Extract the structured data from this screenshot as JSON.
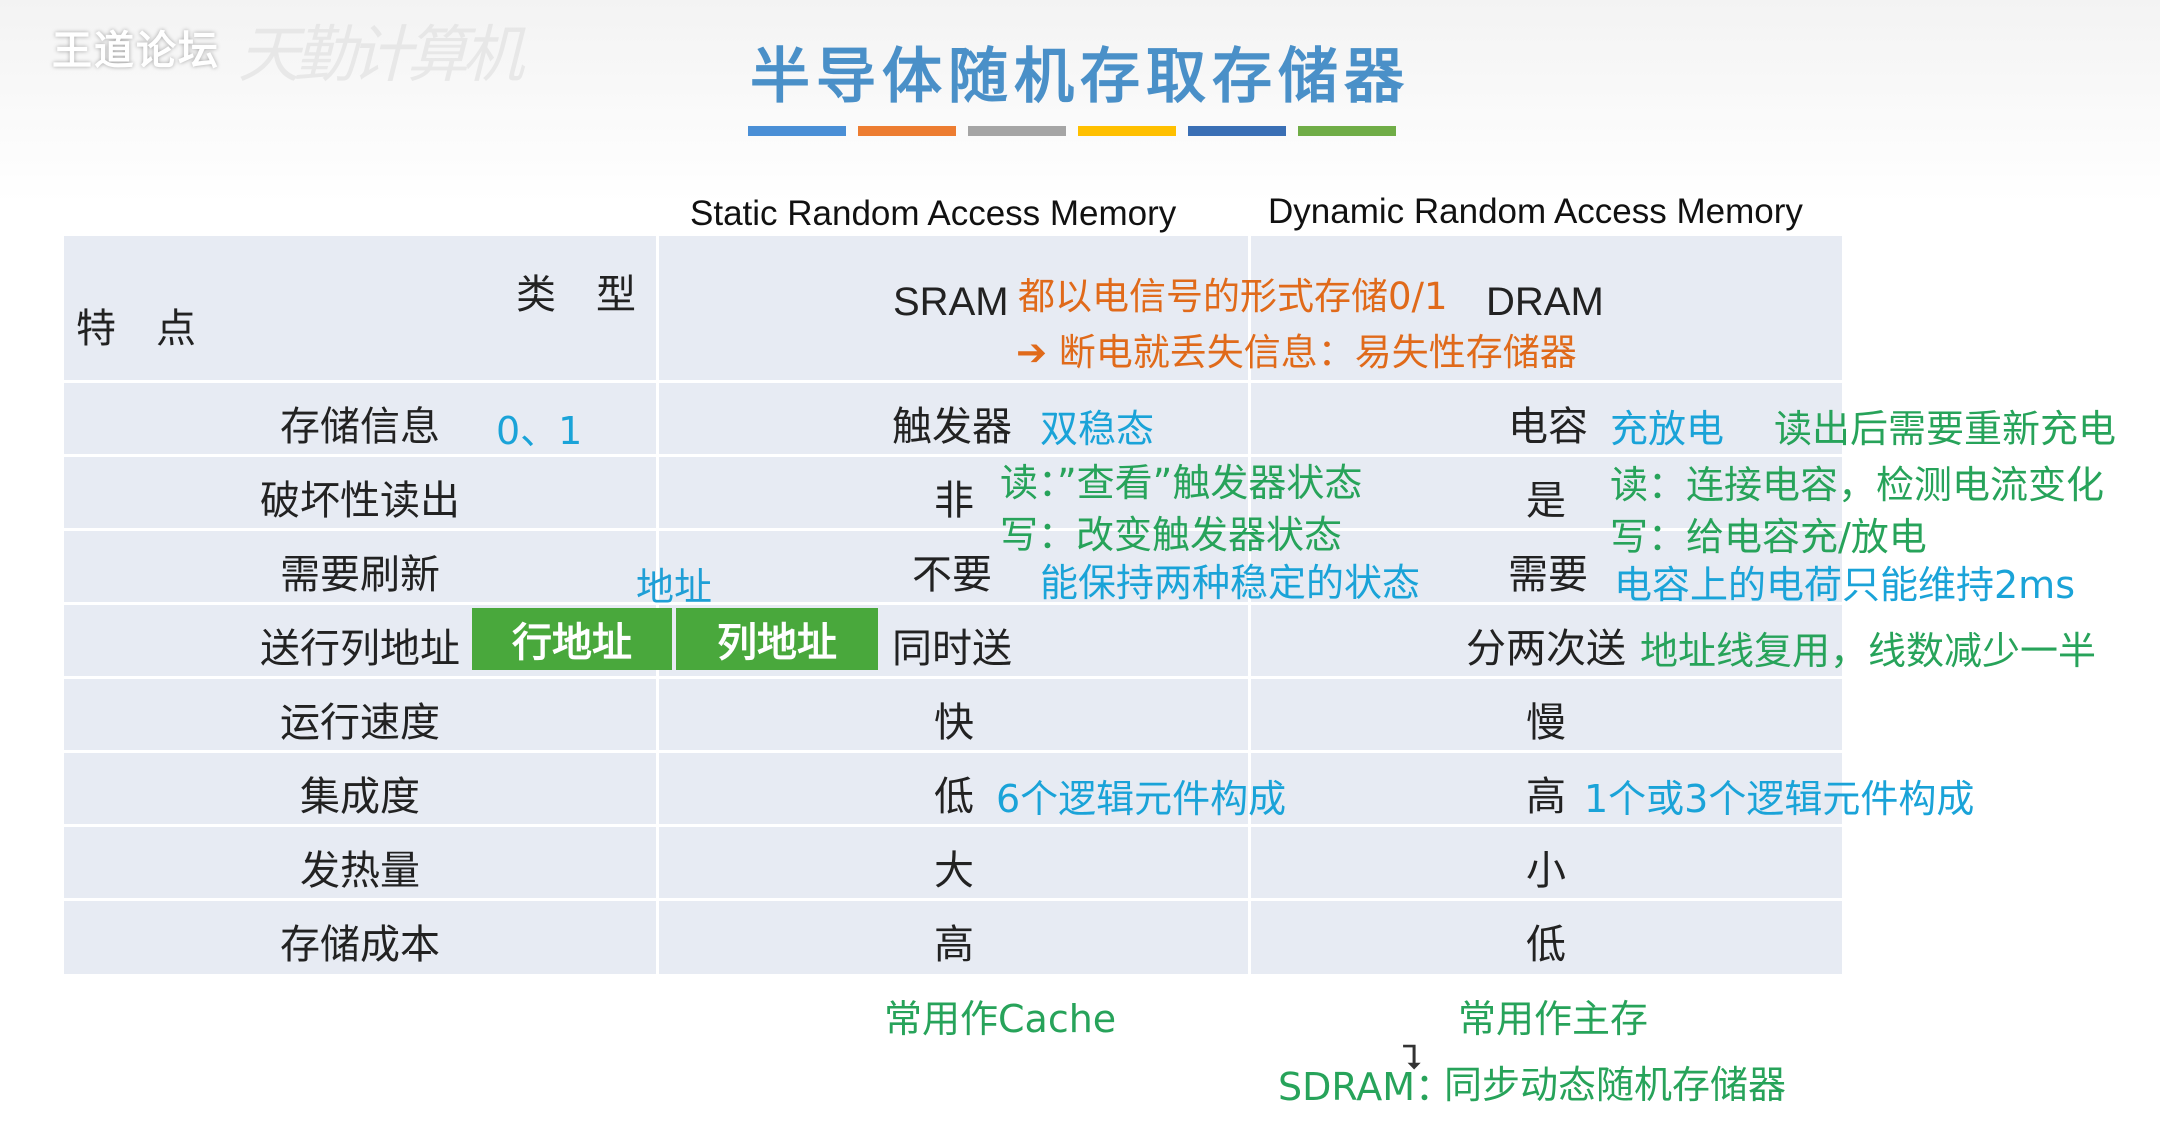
{
  "watermark": {
    "text": "王道论坛",
    "signature": "天勤计算机"
  },
  "title": "半导体随机存取存储器",
  "bar_colors": [
    "#4a8fd6",
    "#ed7d31",
    "#a5a5a5",
    "#ffc000",
    "#3a6fb5",
    "#70ad47"
  ],
  "headers": {
    "sram_full": "Static Random Access Memory",
    "dram_full": "Dynamic Random Access Memory",
    "type_label": "类　型",
    "feature_label": "特　点",
    "sram": "SRAM",
    "dram": "DRAM"
  },
  "rows": [
    {
      "feature": "存储信息",
      "sram": "触发器",
      "dram": "电容"
    },
    {
      "feature": "破坏性读出",
      "sram": "非",
      "dram": "是"
    },
    {
      "feature": "需要刷新",
      "sram": "不要",
      "dram": "需要"
    },
    {
      "feature": "送行列地址",
      "sram": "同时送",
      "dram": "分两次送"
    },
    {
      "feature": "运行速度",
      "sram": "快",
      "dram": "慢"
    },
    {
      "feature": "集成度",
      "sram": "低",
      "dram": "高"
    },
    {
      "feature": "发热量",
      "sram": "大",
      "dram": "小"
    },
    {
      "feature": "存储成本",
      "sram": "高",
      "dram": "低"
    }
  ],
  "annotations": {
    "orange_line1": "都以电信号的形式存储0/1",
    "orange_line2": "➔ 断电就丢失信息：易失性存储器",
    "zero_one": "0、1",
    "bistable": "双稳态",
    "charge_discharge": "充放电",
    "dram_rewrite": "读出后需要重新充电",
    "sram_read": "读：”查看”触发器状态",
    "sram_write": "写：改变触发器状态",
    "dram_read": "读：连接电容，检测电流变化",
    "dram_write": "写：给电容充/放电",
    "sram_keep": "能保持两种稳定的状态",
    "dram_keep": "电容上的电荷只能维持2ms",
    "address_label": "地址",
    "row_addr": "行地址",
    "col_addr": "列地址",
    "dram_mux": "地址线复用，线数减少一半",
    "sram_parts": "6个逻辑元件构成",
    "dram_parts": "1个或3个逻辑元件构成",
    "sram_use": "常用作Cache",
    "dram_use": "常用作主存",
    "sdram": "SDRAM：",
    "sdram_desc": "同步动态随机存储器"
  }
}
